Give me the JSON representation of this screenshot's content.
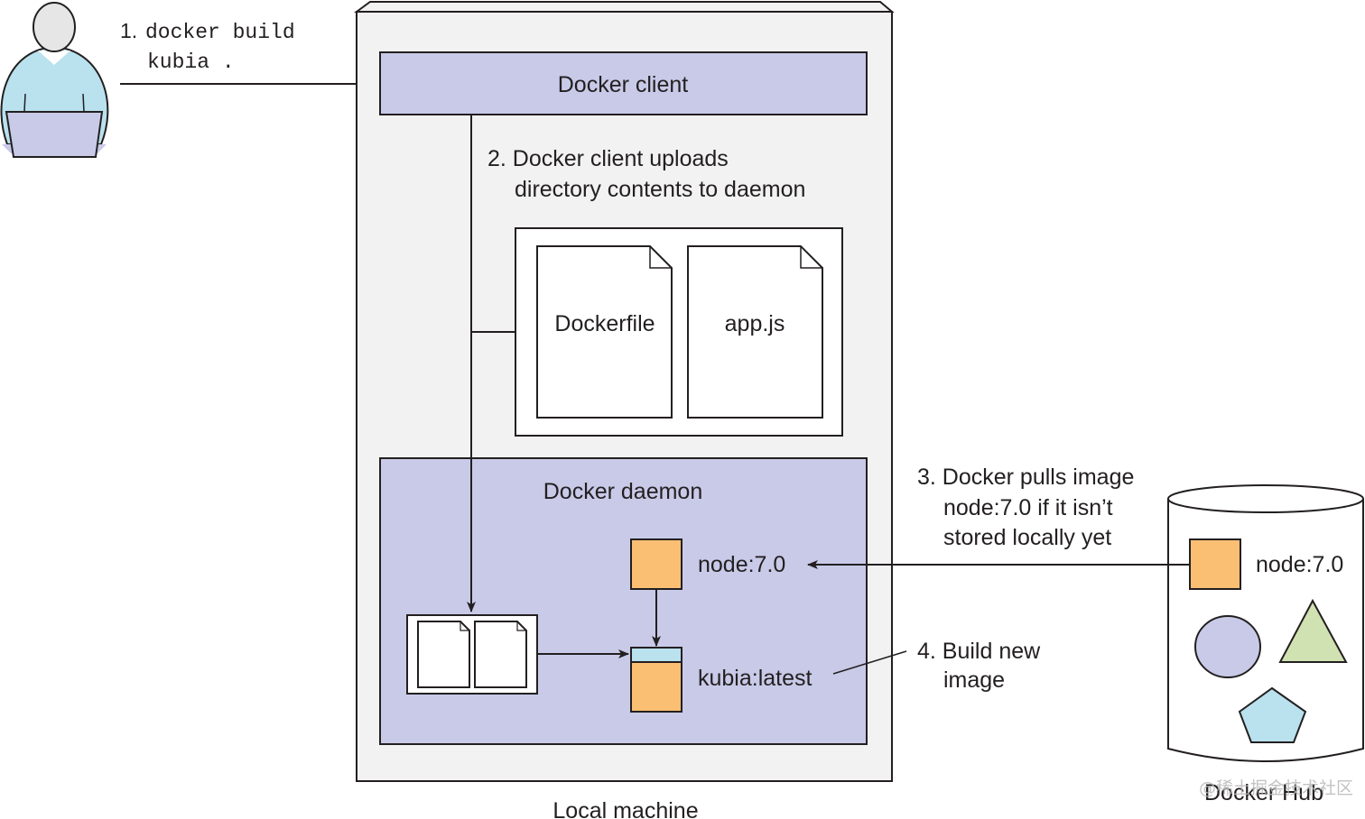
{
  "colors": {
    "stroke": "#231f20",
    "local_machine_bg": "#f2f2f2",
    "docker_box_fill": "#c8cae8",
    "image_orange": "#fbbf74",
    "layer_blue": "#b9e1ee",
    "person_body": "#b9e1ee",
    "person_head": "#e6e6e6",
    "laptop": "#c8cae8",
    "circle_fill": "#c8cae8",
    "triangle_fill": "#d0e1b2",
    "pentagon_fill": "#b9e1ee"
  },
  "steps": {
    "step1": {
      "number": "1.",
      "command_line1": "docker build",
      "command_line2": "kubia ."
    },
    "step2": {
      "line1": "2. Docker client uploads",
      "line2": "directory contents to daemon"
    },
    "step3": {
      "line1": "3. Docker pulls image",
      "line2": "node:7.0 if it isn’t",
      "line3": "stored locally yet"
    },
    "step4": {
      "line1": "4. Build new",
      "line2": "image"
    }
  },
  "local_machine": {
    "label": "Local machine",
    "docker_client": {
      "label": "Docker client"
    },
    "upload_files": [
      "Dockerfile",
      "app.js"
    ],
    "docker_daemon": {
      "label": "Docker daemon",
      "base_image": "node:7.0",
      "new_image": "kubia:latest"
    }
  },
  "docker_hub": {
    "label": "Docker Hub",
    "image": "node:7.0",
    "other_images": [
      "circle",
      "triangle",
      "pentagon"
    ]
  },
  "watermark": "@稀土掘金技术社区"
}
